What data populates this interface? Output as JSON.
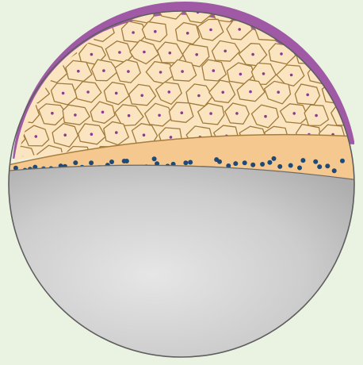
{
  "diagram": {
    "subject": "embryo-sphere-cross-section",
    "layers": [
      {
        "name": "outer-enveloping-layer",
        "color": "#a05aa5"
      },
      {
        "name": "cell-layer",
        "color": "#fbe5c1",
        "outline_color": "#9f7a3a",
        "nucleus_color": "#8b3b8f"
      },
      {
        "name": "nuclei-band",
        "color": "#f5c88f",
        "outline_color": "#a77d3d",
        "nucleus_color": "#1d4a78"
      },
      {
        "name": "yolk",
        "color_light": "#e3e3e3",
        "color_dark": "#adadad",
        "outline_color": "#6b6b6b"
      }
    ],
    "background_color": "#eaf3e2"
  }
}
